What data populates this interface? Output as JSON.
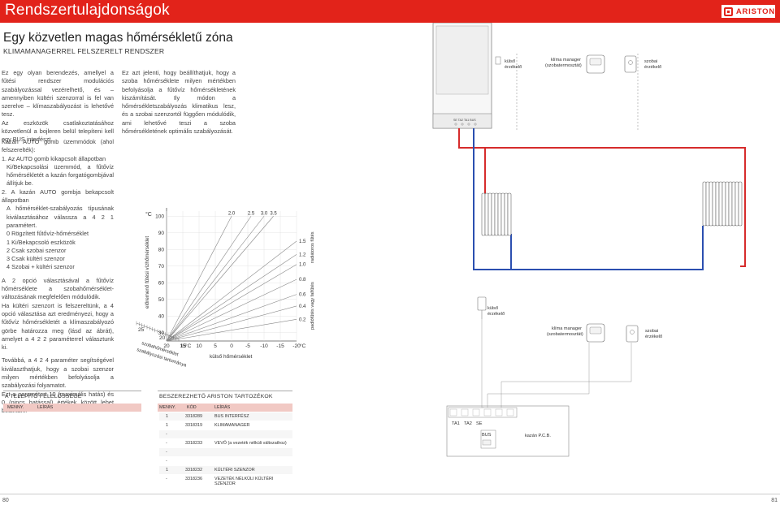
{
  "header": {
    "title": "Rendszertulajdonságok",
    "brand": "ARISTON"
  },
  "section": {
    "title": "Egy közvetlen magas hőmérsékletű zóna",
    "subtitle": "KLIMAMANAGERREL FELSZERELT RENDSZER"
  },
  "col1": {
    "p1": "Ez egy olyan berendezés, amellyel a fűtési rendszer modulációs szabályozással vezérelhető, és – amennyiben kültéri szenzorral is fel van szerelve – klímaszabályozást is lehetővé tesz.",
    "p2": "Az eszközök csatlakoztatásához közvetlenül a bojleren belül telepíteni kell egy BUS interfészt."
  },
  "col2": {
    "p1": "Ez azt jelenti, hogy beállíthatjuk, hogy a szoba hőmérséklete milyen mértékben befolyásolja a fűtővíz hőmérsékletének kiszámítását. Ily módon a hőmérsékletszabályozás klimatikus lesz, és a szobai szenzortól függően módulódik, ami lehetővé teszi a szoba hőmérsékletének optimális szabályozását."
  },
  "col3": {
    "intro": "Kazán AUTO gomb üzemmódok (ahol felszerelték):",
    "item1": "1. Az AUTO gomb kikapcsolt állapotban",
    "item1b": "Ki/Bekapcsolási üzemmód, a fűtővíz hőmérsékletét a kazán forgatógombjával állítjuk be.",
    "item2": "2. A kazán AUTO gombja bekapcsolt állapotban",
    "item2b": "A hőmérséklet-szabályozás típusának kiválasztásához válassza a 4 2 1 paramétert.",
    "opt0": "0    Rögzített fűtővíz-hőmérséklet",
    "opt1": "1    Ki/Bekapcsoló eszközök",
    "opt2": "2    Csak szobai szenzor",
    "opt3": "3    Csak kültéri szenzor",
    "opt4": "4    Szobai + kültéri szenzor",
    "p3": "A 2 opció választásával a fűtővíz hőmérséklete a szobahőmérséklet-változásának megfelelően módulódik.",
    "p4": "Ha kültéri szenzort is felszereltünk, a 4 opció választása azt eredményezi, hogy a fűtővíz hőmérsékletét a klímaszabályozó görbe határozza meg (lásd az ábrát), amelyet a 4 2 2 paraméterrel választunk ki.",
    "p5": "Továbbá, a 4 2 4 paraméter segítségével kiválaszthatjuk, hogy a szobai szenzor milyen mértékben befolyásolja a szabályozási folyamatot.",
    "p6": "Ezt a paramétert 10 (maximális hatás) és 0 (nincs hatással) értékek között lehet beállítani."
  },
  "chart_data": {
    "type": "line",
    "title": "",
    "ylabel": "előremenő fűtési vízhőmérséklet",
    "yunit": "°C",
    "xlabel": "külső hőmérséklet",
    "xunit": "°C",
    "diag_label1": "szobahőmérséklet",
    "diag_label2": "szabályozási tartománya",
    "y_ticks": [
      "100",
      "90",
      "80",
      "70",
      "60",
      "50",
      "40",
      "30"
    ],
    "x_ticks": [
      "20",
      "15",
      "10",
      "5",
      "0",
      "-5",
      "-10",
      "-15",
      "-20"
    ],
    "diag_ticks": [
      "25",
      "20",
      "15"
    ],
    "top_curve_labels": [
      "3.5",
      "3.0",
      "2.5",
      "2.0"
    ],
    "right_curve_labels": [
      "1.5",
      "1.2",
      "1.0",
      "0.8",
      "0.6",
      "0.4",
      "0.2"
    ],
    "right_label_top": "radiátoros fűtés",
    "right_label_bottom": "padlófűtés vagy falfűtés",
    "curves": [
      {
        "k": 3.5,
        "end_x": -12.9,
        "end_y": 100
      },
      {
        "k": 3.0,
        "end_x": -10,
        "end_y": 100
      },
      {
        "k": 2.5,
        "end_x": -6,
        "end_y": 100
      },
      {
        "k": 2.0,
        "end_x": 0,
        "end_y": 100
      },
      {
        "k": 1.5,
        "end_x": -20,
        "end_y": 85
      },
      {
        "k": 1.2,
        "end_x": -20,
        "end_y": 77
      },
      {
        "k": 1.0,
        "end_x": -20,
        "end_y": 71
      },
      {
        "k": 0.8,
        "end_x": -20,
        "end_y": 62
      },
      {
        "k": 0.6,
        "end_x": -20,
        "end_y": 53
      },
      {
        "k": 0.4,
        "end_x": -20,
        "end_y": 46
      },
      {
        "k": 0.2,
        "end_x": -20,
        "end_y": 38
      }
    ]
  },
  "diagram_top": {
    "outdoor_label": "külső\nérzékelő",
    "manager_label": "klíma manager\n(szobatermosztát)",
    "room_label": "szobai\nérzékelő",
    "terminals": "SE  TA2  TA1  BUS"
  },
  "diagram_bottom": {
    "outdoor_label": "külső\nérzékelő",
    "manager_label": "klíma manager\n(szobatermosztát)",
    "room_label": "szobai\nérzékelő",
    "ta1": "TA1",
    "ta2": "TA2",
    "se": "SE",
    "bus": "BUS",
    "pcb": "kazán P.C.B."
  },
  "installer": {
    "title": "A TELEPÍTŐ FELELŐSSÉGE",
    "col_qty": "MENNY.",
    "col_desc": "LEÍRÁS"
  },
  "accessories": {
    "title": "BESZEREZHETŐ ARISTON TARTOZÉKOK",
    "col_qty": "MENNY.",
    "col_code": "KÓD",
    "col_desc": "LEÍRÁS",
    "rows": [
      {
        "qty": "1",
        "code": "3318289",
        "desc": "BUS INTERFÉSZ"
      },
      {
        "qty": "1",
        "code": "3318319",
        "desc": "KLIMAMANAGER"
      },
      {
        "qty": "-",
        "code": "",
        "desc": ""
      },
      {
        "qty": "-",
        "code": "3318233",
        "desc": "VEVŐ (a vezeték nélküli változathoz)"
      },
      {
        "qty": "-",
        "code": "",
        "desc": ""
      },
      {
        "qty": "-",
        "code": "",
        "desc": ""
      },
      {
        "qty": "1",
        "code": "3318232",
        "desc": "KÜLTÉRI SZENZOR"
      },
      {
        "qty": "-",
        "code": "3318236",
        "desc": "VEZETÉK NÉLKÜLI KÜLTÉRI SZENZOR"
      }
    ]
  },
  "pages": {
    "left": "80",
    "right": "81"
  },
  "colors": {
    "brand_red": "#e2231a",
    "hot_pipe": "#d62b2b",
    "cold_pipe": "#2b4fb0",
    "table_band": "#f1c9c4"
  }
}
